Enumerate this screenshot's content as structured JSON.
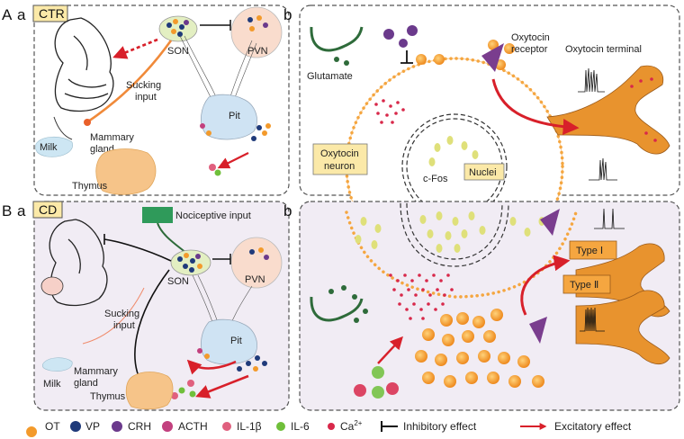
{
  "panels": {
    "A_letter": "A",
    "a1_letter": "a",
    "A_condition": "CTR",
    "b1_letter": "b",
    "B_letter": "B",
    "a2_letter": "a",
    "B_condition": "CD",
    "b2_letter": "b"
  },
  "labels_A": {
    "son": "SON",
    "pvn": "PVN",
    "pit": "Pit",
    "sucking_1": "Sucking",
    "sucking_2": "input",
    "milk": "Milk",
    "mammary_1": "Mammary",
    "mammary_2": "gland",
    "thymus": "Thymus"
  },
  "labels_Ab": {
    "glutamate": "Glutamate",
    "receptor_1": "Oxytocin",
    "receptor_2": "receptor",
    "terminal": "Oxytocin terminal",
    "neuron_1": "Oxytocin",
    "neuron_2": "neuron",
    "cfos": "c-Fos",
    "nuclei": "Nuclei"
  },
  "labels_B": {
    "nociceptive": "Nociceptive input",
    "son": "SON",
    "pvn": "PVN",
    "pit": "Pit",
    "sucking_1": "Sucking",
    "sucking_2": "input",
    "milk": "Milk",
    "mammary_1": "Mammary",
    "mammary_2": "gland",
    "thymus": "Thymus"
  },
  "labels_Bb": {
    "type1": "Type Ⅰ",
    "type2": "Type Ⅱ"
  },
  "legend": [
    {
      "label": "OT",
      "color": "#f39a2b"
    },
    {
      "label": "VP",
      "color": "#1f3a7a"
    },
    {
      "label": "CRH",
      "color": "#6b3a8c"
    },
    {
      "label": "ACTH",
      "color": "#c2407e"
    },
    {
      "label": "IL-1β",
      "color": "#e0607e"
    },
    {
      "label": "IL-6",
      "color": "#6fbf3a"
    },
    {
      "label": "Ca",
      "sup": "2+",
      "color": "#d8284a"
    },
    {
      "label": "Inhibitory effect",
      "color": "#111111"
    },
    {
      "label": "Excitatory effect",
      "color": "#d8202a"
    }
  ],
  "colors": {
    "panel_border": "#555555",
    "condition_box": "#fbe9a8",
    "cd_background": "#f1ecf4",
    "neuron_orange": "#f5a640",
    "terminal_orange": "#e8932e",
    "excitatory_red": "#d8202a",
    "pituitary_blue": "#cfe3f3",
    "pvn_pink": "#f9dccd",
    "son_green": "#e3efc2",
    "glutamate_green": "#2e6b3a",
    "cfos_yellow": "#dfe07a",
    "thymus_orange": "#f6c489"
  }
}
